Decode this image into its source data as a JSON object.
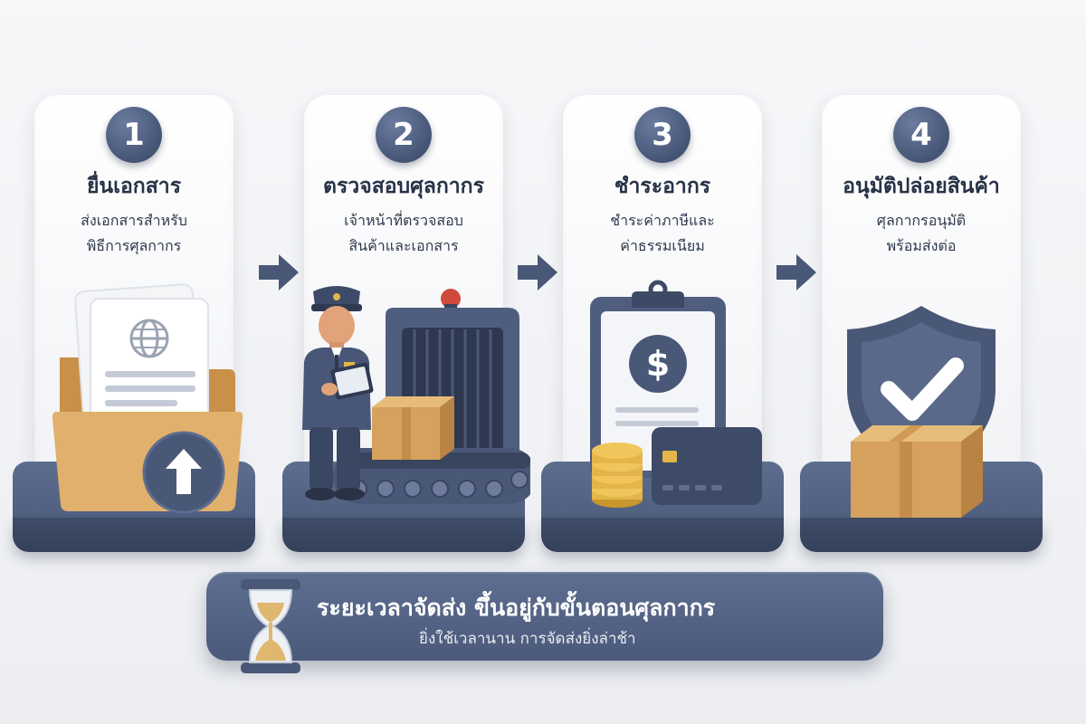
{
  "steps": [
    {
      "number": "1",
      "title": "ยื่นเอกสาร",
      "desc_line1": "ส่งเอกสารสำหรับ",
      "desc_line2": "พิธีการศุลกากร",
      "icon": "document-folder-upload-icon"
    },
    {
      "number": "2",
      "title": "ตรวจสอบศุลกากร",
      "desc_line1": "เจ้าหน้าที่ตรวจสอบ",
      "desc_line2": "สินค้าและเอกสาร",
      "icon": "customs-officer-scanner-icon"
    },
    {
      "number": "3",
      "title": "ชำระอากร",
      "desc_line1": "ชำระค่าภาษีและ",
      "desc_line2": "ค่าธรรมเนียม",
      "icon": "clipboard-dollar-coins-card-icon"
    },
    {
      "number": "4",
      "title": "อนุมัติปล่อยสินค้า",
      "desc_line1": "ศุลกากรอนุมัติ",
      "desc_line2": "พร้อมส่งต่อ",
      "icon": "shield-check-box-icon"
    }
  ],
  "banner": {
    "title": "ระยะเวลาจัดส่ง ขึ้นอยู่กับขั้นตอนศุลกากร",
    "subtitle": "ยิ่งใช้เวลานาน การจัดส่งยิ่งล่าช้า",
    "icon": "hourglass-icon"
  },
  "colors": {
    "navy": "#4d5c7c",
    "navy_dark": "#3b4864",
    "cardboard": "#d9a65c",
    "gold": "#e3b54a",
    "card_white": "#ffffff",
    "text": "#273247"
  }
}
